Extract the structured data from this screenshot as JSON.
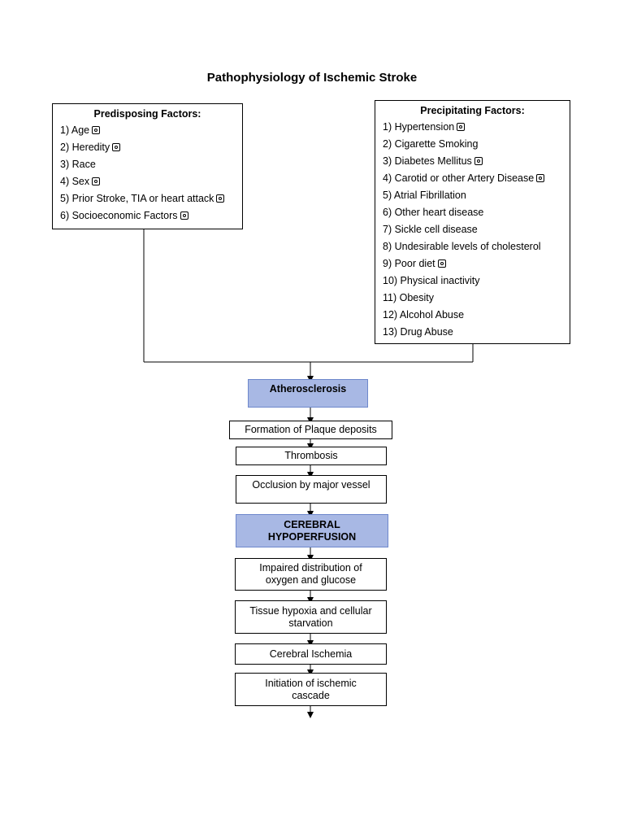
{
  "title": "Pathophysiology of Ischemic Stroke",
  "predisposing": {
    "header": "Predisposing Factors:",
    "items": [
      {
        "text": "1) Age",
        "icon": "gear-icon"
      },
      {
        "text": "2) Heredity",
        "icon": "gear-icon"
      },
      {
        "text": "3) Race",
        "icon": ""
      },
      {
        "text": "4) Sex",
        "icon": "gear-icon"
      },
      {
        "text": "5) Prior Stroke, TIA or heart attack",
        "icon": "gear-icon"
      },
      {
        "text": "6) Socioeconomic Factors",
        "icon": "gear-icon"
      }
    ]
  },
  "precipitating": {
    "header": "Precipitating Factors:",
    "items": [
      {
        "text": "1) Hypertension",
        "icon": "gear-icon"
      },
      {
        "text": "2) Cigarette Smoking",
        "icon": ""
      },
      {
        "text": "3) Diabetes Mellitus",
        "icon": "gear-icon"
      },
      {
        "text": "4) Carotid or other Artery Disease",
        "icon": "gear-icon"
      },
      {
        "text": "5) Atrial Fibrillation",
        "icon": ""
      },
      {
        "text": "6) Other heart disease",
        "icon": ""
      },
      {
        "text": "7) Sickle cell disease",
        "icon": ""
      },
      {
        "text": "8) Undesirable levels of cholesterol",
        "icon": ""
      },
      {
        "text": "9) Poor diet",
        "icon": "gear-icon"
      },
      {
        "text": "10) Physical inactivity",
        "icon": ""
      },
      {
        "text": "11) Obesity",
        "icon": ""
      },
      {
        "text": "12) Alcohol Abuse",
        "icon": ""
      },
      {
        "text": "13) Drug Abuse",
        "icon": ""
      }
    ]
  },
  "flow": {
    "atherosclerosis": "Atherosclerosis",
    "plaque": "Formation of Plaque deposits",
    "thrombosis": "Thrombosis",
    "occlusion": "Occlusion by major vessel",
    "hypoperfusion": "CEREBRAL\nHYPOPERFUSION",
    "impaired": "Impaired distribution of\noxygen and glucose",
    "hypoxia": "Tissue hypoxia and cellular\nstarvation",
    "ischemia": "Cerebral Ischemia",
    "cascade": "Initiation of ischemic\ncascade"
  },
  "colors": {
    "highlight_fill": "#a8b8e4",
    "highlight_border": "#6e88cc"
  }
}
